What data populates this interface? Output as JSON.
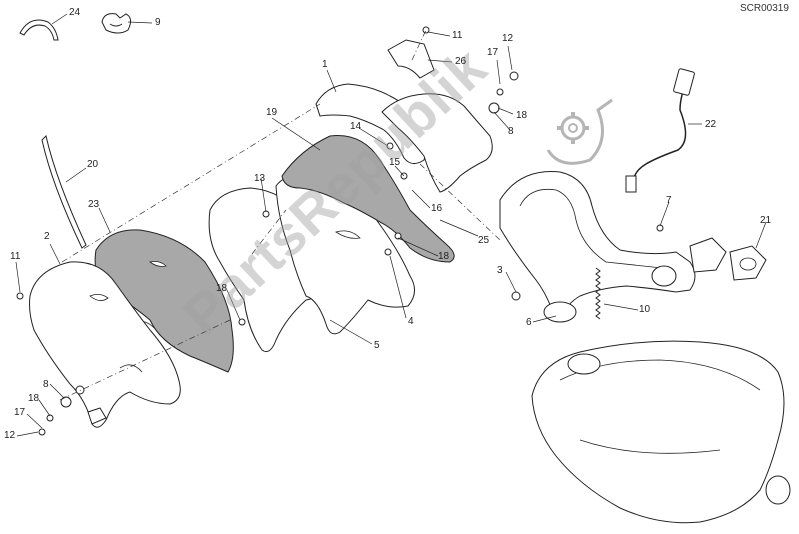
{
  "diagram_code": "SCR00319",
  "watermark": "PartsRepublik",
  "colors": {
    "line": "#222222",
    "shaded_part": "#a8a8a8",
    "watermark": "#a0a0a0"
  },
  "callouts": [
    {
      "id": "c24",
      "label": "24"
    },
    {
      "id": "c9",
      "label": "9"
    },
    {
      "id": "c11a",
      "label": "11"
    },
    {
      "id": "c26",
      "label": "26"
    },
    {
      "id": "c12a",
      "label": "12"
    },
    {
      "id": "c17a",
      "label": "17"
    },
    {
      "id": "c1",
      "label": "1"
    },
    {
      "id": "c18a",
      "label": "18"
    },
    {
      "id": "c8a",
      "label": "8"
    },
    {
      "id": "c22",
      "label": "22"
    },
    {
      "id": "c19",
      "label": "19"
    },
    {
      "id": "c14",
      "label": "14"
    },
    {
      "id": "c20",
      "label": "20"
    },
    {
      "id": "c15",
      "label": "15"
    },
    {
      "id": "c13",
      "label": "13"
    },
    {
      "id": "c16",
      "label": "16"
    },
    {
      "id": "c23",
      "label": "23"
    },
    {
      "id": "c7",
      "label": "7"
    },
    {
      "id": "c21",
      "label": "21"
    },
    {
      "id": "c25",
      "label": "25"
    },
    {
      "id": "c2",
      "label": "2"
    },
    {
      "id": "c11b",
      "label": "11"
    },
    {
      "id": "c18b",
      "label": "18"
    },
    {
      "id": "c3",
      "label": "3"
    },
    {
      "id": "c18c",
      "label": "18"
    },
    {
      "id": "c10",
      "label": "10"
    },
    {
      "id": "c4",
      "label": "4"
    },
    {
      "id": "c6",
      "label": "6"
    },
    {
      "id": "c5",
      "label": "5"
    },
    {
      "id": "c8b",
      "label": "8"
    },
    {
      "id": "c18d",
      "label": "18"
    },
    {
      "id": "c17b",
      "label": "17"
    },
    {
      "id": "c12b",
      "label": "12"
    }
  ]
}
